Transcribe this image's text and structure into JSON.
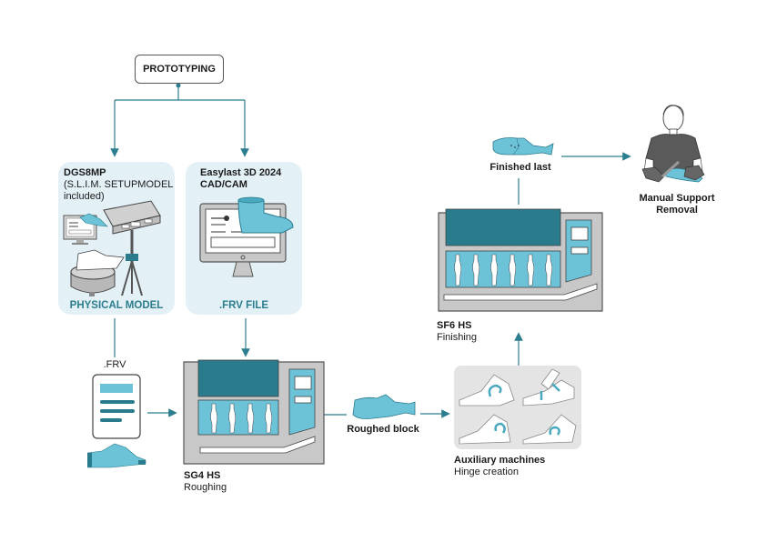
{
  "colors": {
    "teal_dark": "#2a7b8c",
    "teal_light": "#6cc3d8",
    "panel_bg": "#e3f1f7",
    "machine_gray": "#c8c8c8",
    "aux_bg": "#e4e4e4",
    "connector": "#2b7d8f"
  },
  "root": {
    "label": "PROTOTYPING"
  },
  "panels": [
    {
      "title": "DGS8MP",
      "subtitle_line1": "(S.L.I.M. SETUPMODEL",
      "subtitle_line2": "included)",
      "footer": "PHYSICAL MODEL",
      "icon": "3d-scanner-icon"
    },
    {
      "title_line1": "Easylast 3D 2024",
      "title_line2": "CAD/CAM",
      "footer": ".FRV FILE",
      "icon": "cad-monitor-icon"
    }
  ],
  "file_node": {
    "label": ".FRV",
    "icon": "document-icon"
  },
  "roughing_machine": {
    "name": "SG4 HS",
    "step": "Roughing",
    "spindles": 4
  },
  "roughed_block": {
    "label": "Roughed block"
  },
  "auxiliary": {
    "name": "Auxiliary machines",
    "step": "Hinge creation"
  },
  "finishing_machine": {
    "name": "SF6 HS",
    "step": "Finishing",
    "spindles": 6
  },
  "finished_last": {
    "label": "Finished last"
  },
  "manual": {
    "line1": "Manual Support",
    "line2": "Removal",
    "icon": "worker-icon"
  }
}
